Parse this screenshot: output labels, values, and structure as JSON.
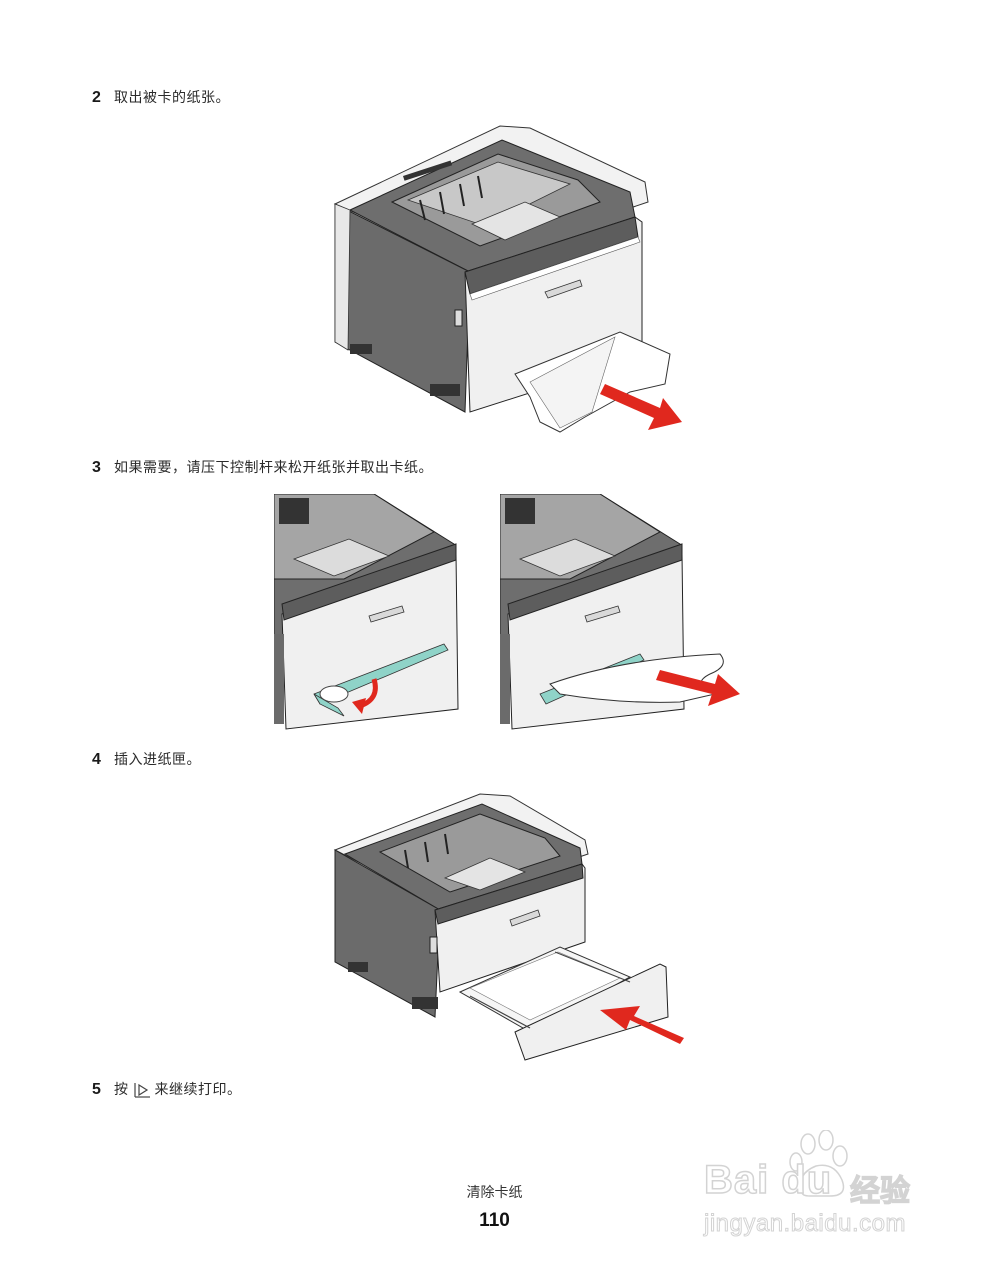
{
  "steps": [
    {
      "number": "2",
      "text": "取出被卡的纸张。"
    },
    {
      "number": "3",
      "text": "如果需要，请压下控制杆来松开纸张并取出卡纸。"
    },
    {
      "number": "4",
      "text": "插入进纸匣。"
    },
    {
      "number": "5",
      "text_before": "按",
      "icon": "continue-key-icon",
      "text_after": "来继续打印。"
    }
  ],
  "figures": [
    {
      "name": "printer-paper-removal-figure",
      "arrow_color": "#e0281e"
    },
    {
      "name": "release-lever-figure",
      "accent_color": "#8fd3c8",
      "arrow_color": "#e0281e"
    },
    {
      "name": "pull-jammed-paper-figure",
      "accent_color": "#8fd3c8",
      "arrow_color": "#e0281e"
    },
    {
      "name": "insert-tray-figure",
      "arrow_color": "#e0281e"
    }
  ],
  "footer": {
    "section_title": "清除卡纸",
    "page_number": "110"
  },
  "watermark": {
    "brand": "Bai du",
    "brand_cn": "经验",
    "url": "jingyan.baidu.com"
  }
}
